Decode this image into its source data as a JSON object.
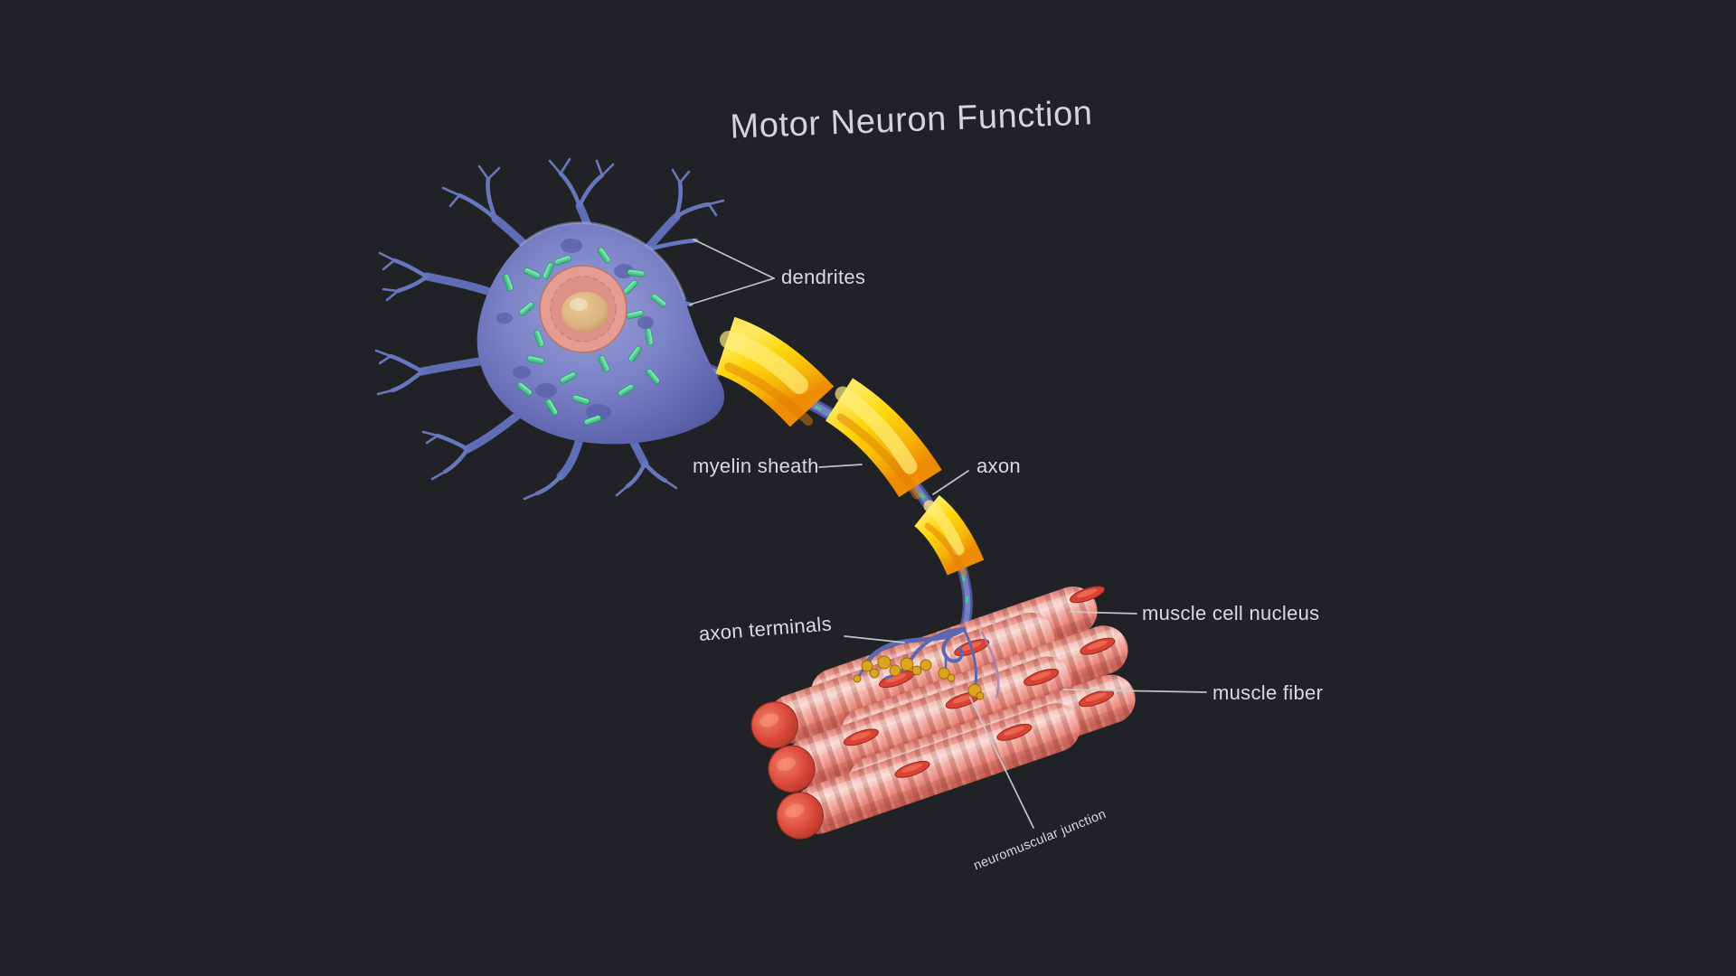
{
  "viewer": {
    "title": "Motor Neuron Function",
    "background": "#212225",
    "label_color": "#dadbdd",
    "leader_color": "#ccced2",
    "labels": {
      "dendrites": "dendrites",
      "myelin_sheath": "myelin sheath",
      "axon": "axon",
      "axon_terminals": "axon terminals",
      "muscle_cell_nucleus": "muscle cell nucleus",
      "muscle_fiber": "muscle fiber",
      "neuromuscular_junction": "neuromuscular junction"
    },
    "model_colors": {
      "soma_body": "#7b82c6",
      "dendrite": "#5f6db6",
      "cell_nucleus": "#e59d93",
      "nucleolus": "#d9b27f",
      "mitochondria": "#3fce8f",
      "myelin_sheath": "#ffd60a",
      "axon": "#6570b2",
      "muscle_fiber": "#ee9389",
      "muscle_nucleus": "#da4233",
      "synaptic_boutons": "#dfa41c"
    }
  }
}
